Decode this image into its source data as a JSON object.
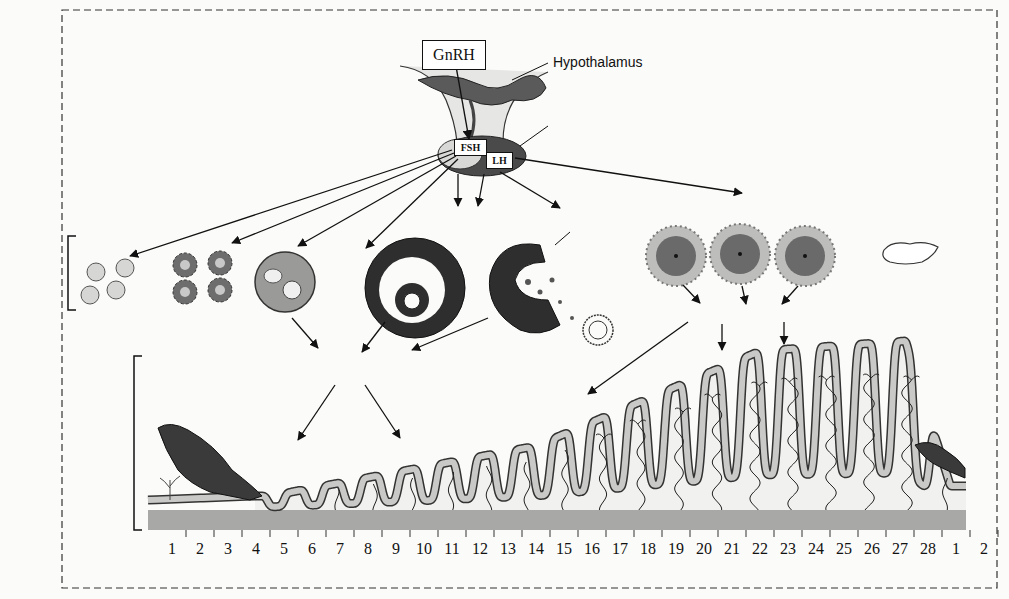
{
  "diagram": {
    "nodes": [
      {
        "text": [
          "GnRH"
        ]
      },
      {
        "text": [
          "FSH"
        ]
      },
      {
        "text": [
          "LH"
        ]
      }
    ],
    "edges": [
      {
        "from": 0,
        "to": 1,
        "arrow": "to"
      }
    ],
    "labels": [
      "Hypothalamus",
      "1",
      "2",
      "3",
      "4",
      "5",
      "6",
      "7",
      "8",
      "9",
      "10",
      "11",
      "12",
      "13",
      "14",
      "15",
      "16",
      "17",
      "18",
      "19",
      "20",
      "21",
      "22",
      "23",
      "24",
      "25",
      "26",
      "27",
      "28",
      "1",
      "2"
    ]
  }
}
